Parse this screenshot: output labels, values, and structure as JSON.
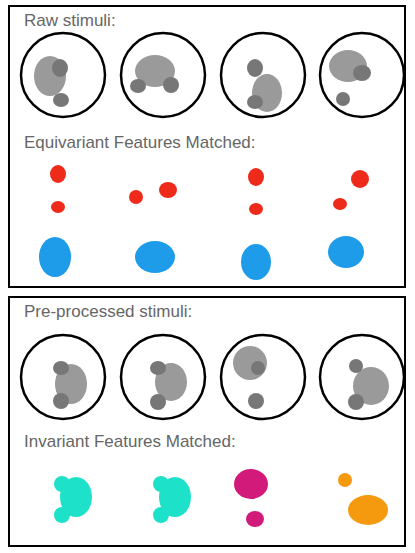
{
  "diagram": {
    "nodes": [
      {
        "text": [
          "Raw stimuli:",
          "Equivariant Features Matched:"
        ]
      },
      {
        "text": [
          "Pre-processed stimuli:",
          "Invariant Features Matched:"
        ]
      }
    ]
  }
}
